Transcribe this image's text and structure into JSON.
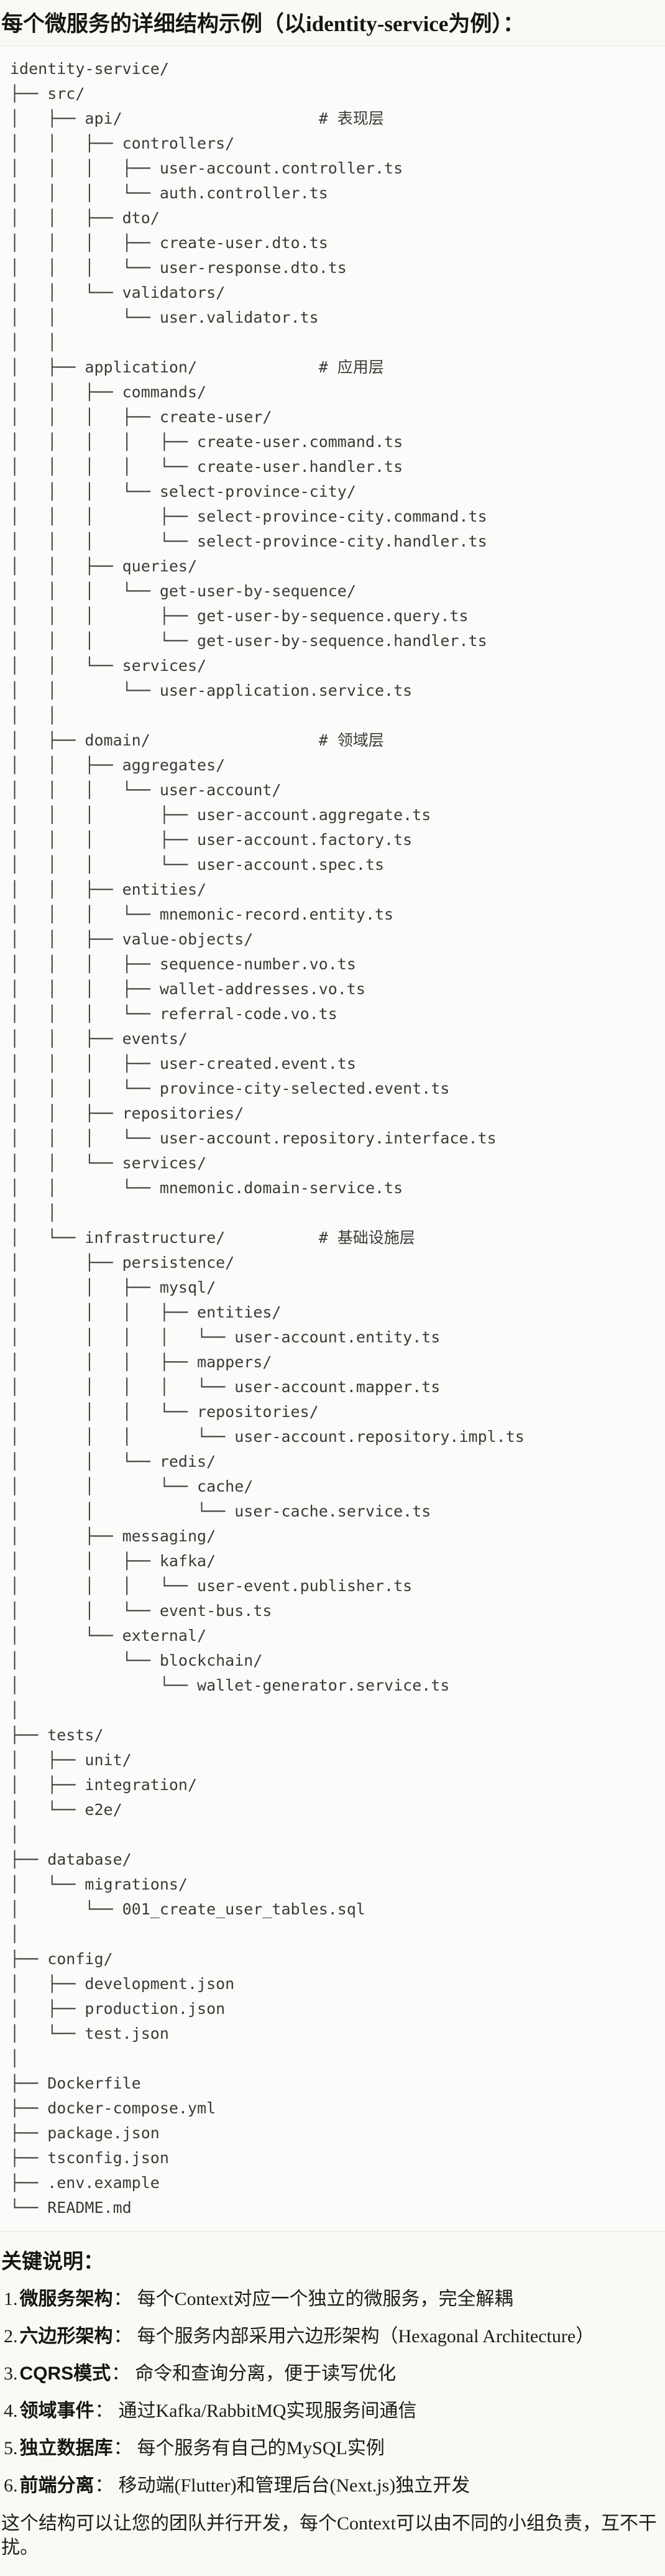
{
  "page": {
    "title": "每个微服务的详细结构示例（以identity-service为例）：",
    "colors": {
      "background": "#FAF9F5",
      "code_background": "#FCFBF9",
      "code_border": "#E8E5DE",
      "text": "#1D1C1A",
      "code_text": "#3B3A37"
    }
  },
  "code_block": {
    "language": "plaintext",
    "lines": [
      "identity-service/",
      "├── src/",
      "│   ├── api/                     # 表现层",
      "│   │   ├── controllers/",
      "│   │   │   ├── user-account.controller.ts",
      "│   │   │   └── auth.controller.ts",
      "│   │   ├── dto/",
      "│   │   │   ├── create-user.dto.ts",
      "│   │   │   └── user-response.dto.ts",
      "│   │   └── validators/",
      "│   │       └── user.validator.ts",
      "│   │",
      "│   ├── application/             # 应用层",
      "│   │   ├── commands/",
      "│   │   │   ├── create-user/",
      "│   │   │   │   ├── create-user.command.ts",
      "│   │   │   │   └── create-user.handler.ts",
      "│   │   │   └── select-province-city/",
      "│   │   │       ├── select-province-city.command.ts",
      "│   │   │       └── select-province-city.handler.ts",
      "│   │   ├── queries/",
      "│   │   │   └── get-user-by-sequence/",
      "│   │   │       ├── get-user-by-sequence.query.ts",
      "│   │   │       └── get-user-by-sequence.handler.ts",
      "│   │   └── services/",
      "│   │       └── user-application.service.ts",
      "│   │",
      "│   ├── domain/                  # 领域层",
      "│   │   ├── aggregates/",
      "│   │   │   └── user-account/",
      "│   │   │       ├── user-account.aggregate.ts",
      "│   │   │       ├── user-account.factory.ts",
      "│   │   │       └── user-account.spec.ts",
      "│   │   ├── entities/",
      "│   │   │   └── mnemonic-record.entity.ts",
      "│   │   ├── value-objects/",
      "│   │   │   ├── sequence-number.vo.ts",
      "│   │   │   ├── wallet-addresses.vo.ts",
      "│   │   │   └── referral-code.vo.ts",
      "│   │   ├── events/",
      "│   │   │   ├── user-created.event.ts",
      "│   │   │   └── province-city-selected.event.ts",
      "│   │   ├── repositories/",
      "│   │   │   └── user-account.repository.interface.ts",
      "│   │   └── services/",
      "│   │       └── mnemonic.domain-service.ts",
      "│   │",
      "│   └── infrastructure/          # 基础设施层",
      "│       ├── persistence/",
      "│       │   ├── mysql/",
      "│       │   │   ├── entities/",
      "│       │   │   │   └── user-account.entity.ts",
      "│       │   │   ├── mappers/",
      "│       │   │   │   └── user-account.mapper.ts",
      "│       │   │   └── repositories/",
      "│       │   │       └── user-account.repository.impl.ts",
      "│       │   └── redis/",
      "│       │       └── cache/",
      "│       │           └── user-cache.service.ts",
      "│       ├── messaging/",
      "│       │   ├── kafka/",
      "│       │   │   └── user-event.publisher.ts",
      "│       │   └── event-bus.ts",
      "│       └── external/",
      "│           └── blockchain/",
      "│               └── wallet-generator.service.ts",
      "│",
      "├── tests/",
      "│   ├── unit/",
      "│   ├── integration/",
      "│   └── e2e/",
      "│",
      "├── database/",
      "│   └── migrations/",
      "│       └── 001_create_user_tables.sql",
      "│",
      "├── config/",
      "│   ├── development.json",
      "│   ├── production.json",
      "│   └── test.json",
      "│",
      "├── Dockerfile",
      "├── docker-compose.yml",
      "├── package.json",
      "├── tsconfig.json",
      "├── .env.example",
      "└── README.md"
    ]
  },
  "notes": {
    "heading": "关键说明：",
    "separator": "：",
    "items": [
      {
        "num": "1.",
        "term": "微服务架构",
        "desc": "每个Context对应一个独立的微服务，完全解耦"
      },
      {
        "num": "2.",
        "term": "六边形架构",
        "desc": "每个服务内部采用六边形架构（Hexagonal Architecture）"
      },
      {
        "num": "3.",
        "term": "CQRS模式",
        "desc": "命令和查询分离，便于读写优化"
      },
      {
        "num": "4.",
        "term": "领域事件",
        "desc": "通过Kafka/RabbitMQ实现服务间通信"
      },
      {
        "num": "5.",
        "term": "独立数据库",
        "desc": "每个服务有自己的MySQL实例"
      },
      {
        "num": "6.",
        "term": "前端分离",
        "desc": "移动端(Flutter)和管理后台(Next.js)独立开发"
      }
    ],
    "footer": "这个结构可以让您的团队并行开发，每个Context可以由不同的小组负责，互不干扰。"
  }
}
